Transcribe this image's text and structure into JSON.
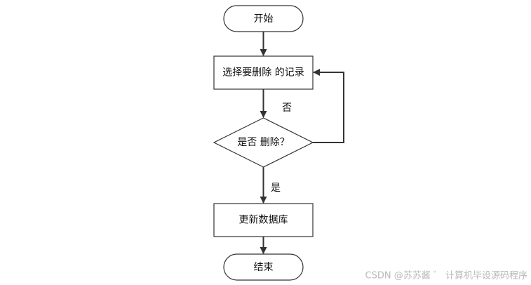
{
  "diagram": {
    "nodes": {
      "start": "开始",
      "select": "选择要删除 的记录",
      "decision": "是否 删除？",
      "update": "更新数据库",
      "end": "结束"
    },
    "edges": {
      "no_label": "否",
      "yes_label": "是"
    }
  },
  "watermark": "CSDN @苏苏酱 ゛ 计算机毕设源码程序",
  "colors": {
    "stroke": "#333333",
    "fill": "#ffffff",
    "text": "#111111",
    "watermark": "#b9b9b9"
  }
}
